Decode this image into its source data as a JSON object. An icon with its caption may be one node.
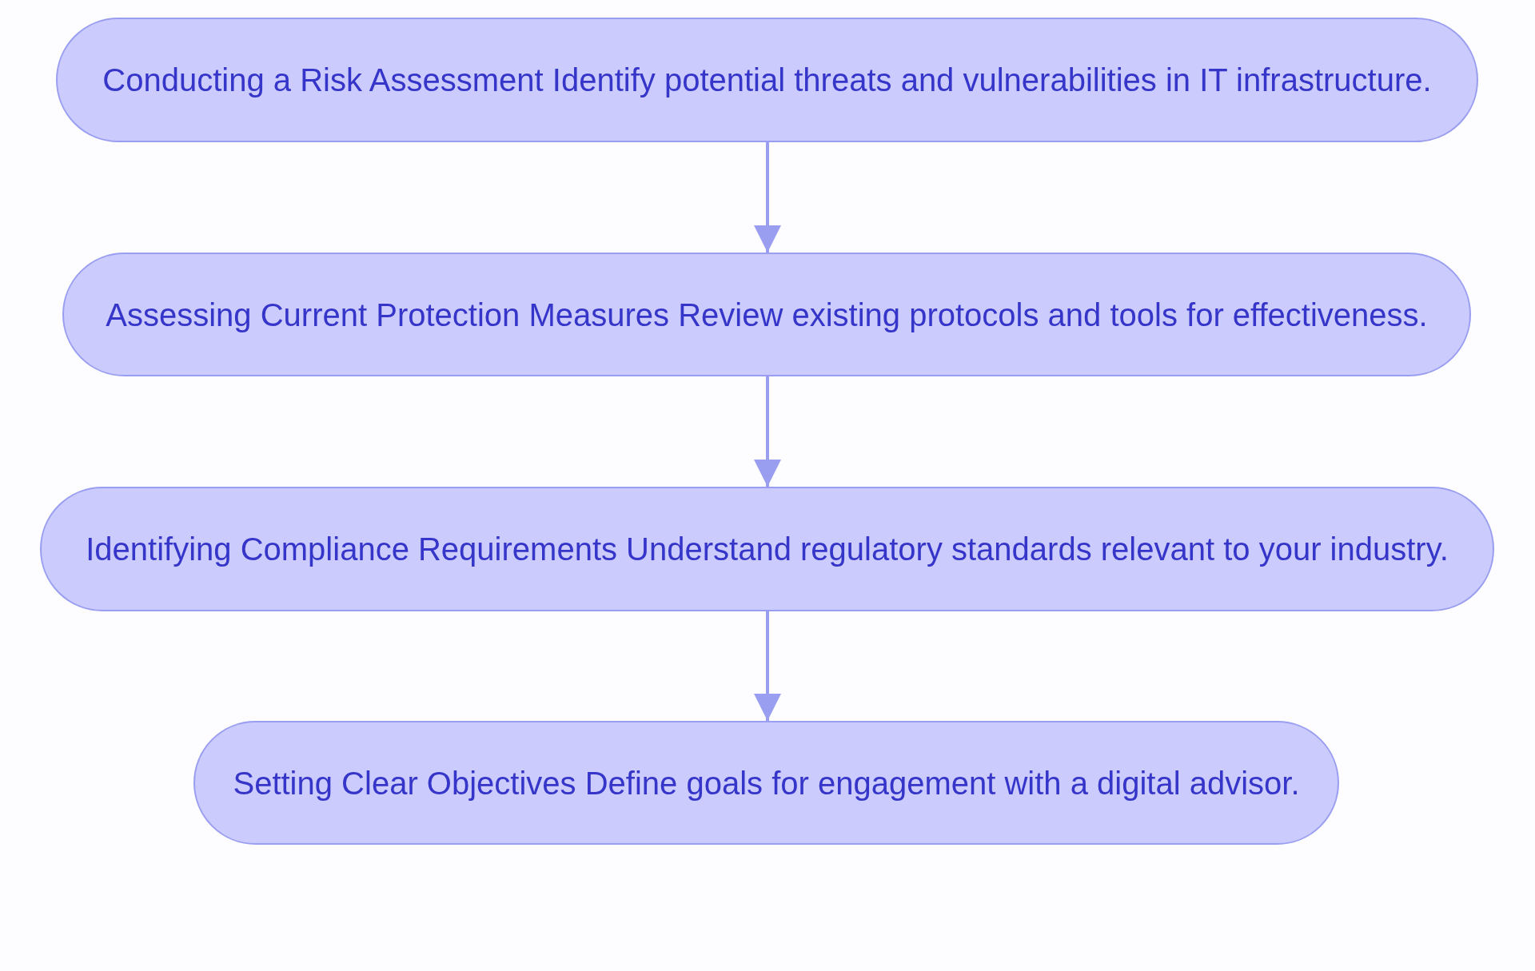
{
  "diagram": {
    "nodes": [
      {
        "text": [
          "Conducting a Risk Assessment Identify potential threats and vulnerabilities in IT infrastructure."
        ]
      },
      {
        "text": [
          "Assessing Current Protection Measures Review existing protocols and tools for effectiveness."
        ]
      },
      {
        "text": [
          "Identifying Compliance Requirements Understand regulatory standards relevant to your industry."
        ]
      },
      {
        "text": [
          "Setting Clear Objectives Define goals for engagement with a digital advisor."
        ]
      }
    ],
    "edges": [
      {
        "from": 0,
        "to": 1,
        "arrow": "to"
      },
      {
        "from": 1,
        "to": 2,
        "arrow": "to"
      },
      {
        "from": 2,
        "to": 3,
        "arrow": "to"
      }
    ]
  }
}
